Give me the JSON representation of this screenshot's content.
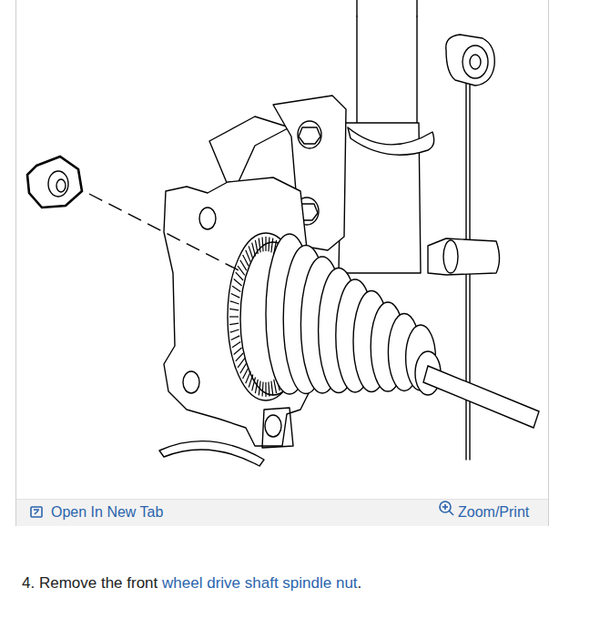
{
  "diagram": {
    "labels": [
      "Open In New Tab",
      "Zoom/Print",
      "4. Remove the front",
      "wheel drive shaft spindle nut",
      "."
    ]
  }
}
